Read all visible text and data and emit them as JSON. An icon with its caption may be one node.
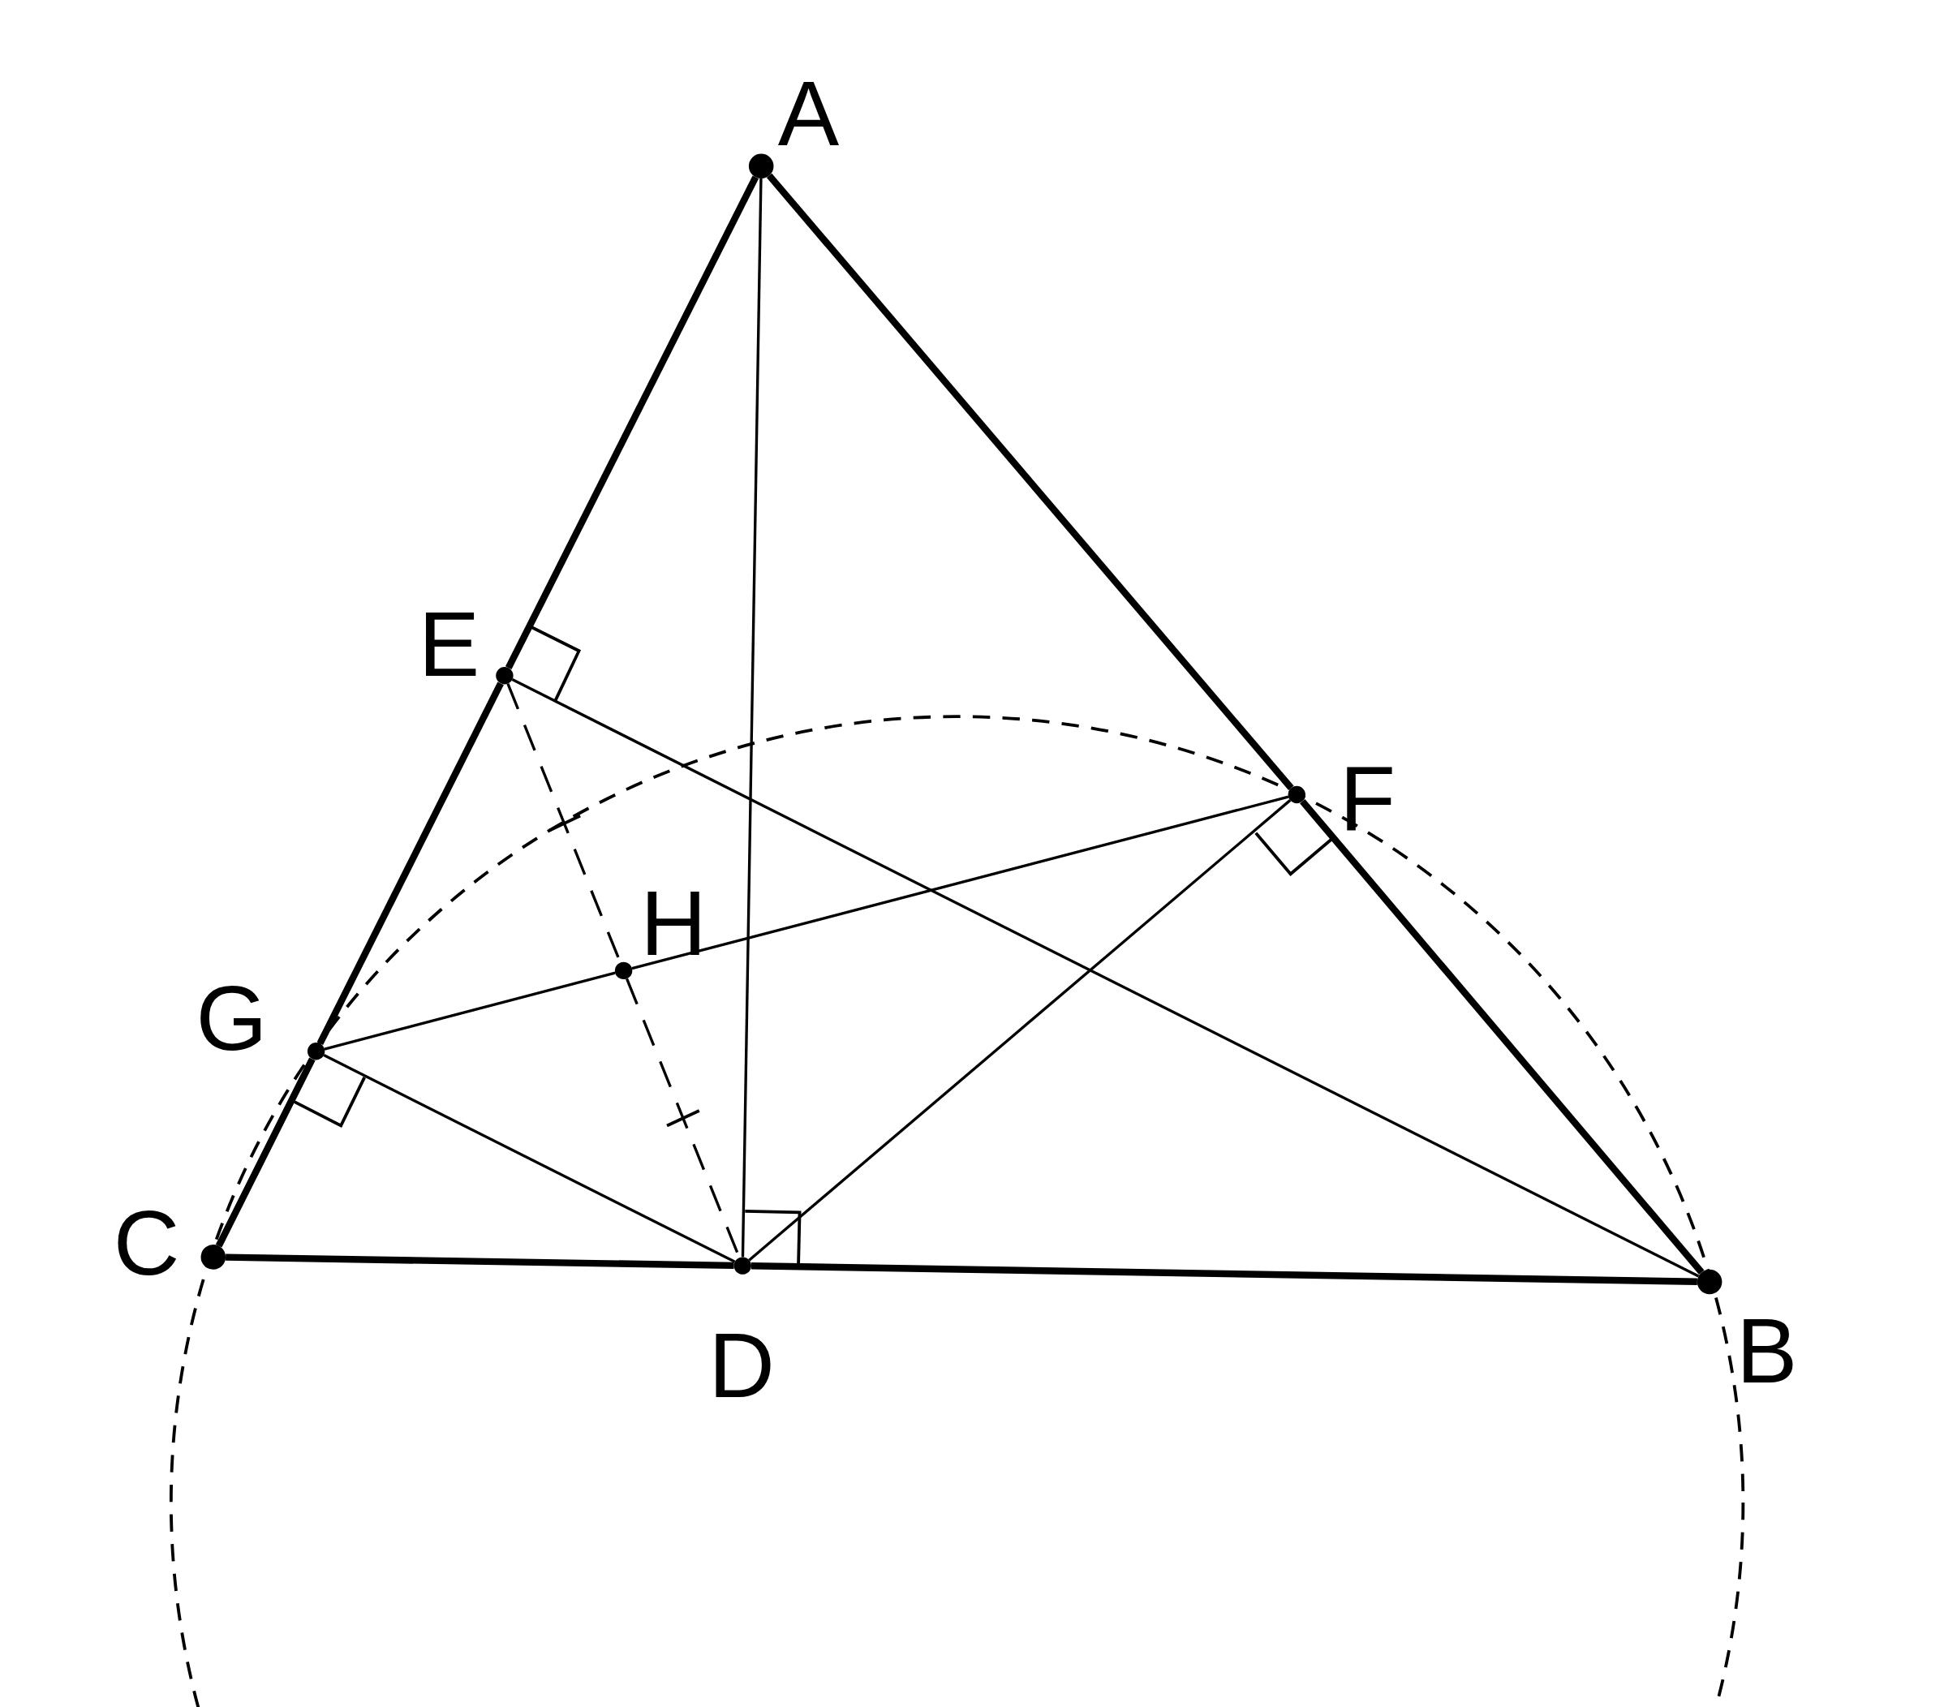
{
  "diagram": {
    "nodes": [
      {
        "text": [
          "A"
        ]
      },
      {
        "text": [
          "E"
        ]
      },
      {
        "text": [
          "F"
        ]
      },
      {
        "text": [
          "H"
        ]
      },
      {
        "text": [
          "G"
        ]
      },
      {
        "text": [
          "C"
        ]
      },
      {
        "text": [
          "D"
        ]
      },
      {
        "text": [
          "B"
        ]
      }
    ],
    "edges": [
      {
        "from": 0,
        "to": 1,
        "arrow": "none",
        "style": "thick"
      },
      {
        "from": 1,
        "to": 4,
        "arrow": "none",
        "style": "thick"
      },
      {
        "from": 4,
        "to": 5,
        "arrow": "none",
        "style": "thick"
      },
      {
        "from": 0,
        "to": 2,
        "arrow": "none",
        "style": "thick"
      },
      {
        "from": 2,
        "to": 7,
        "arrow": "none",
        "style": "thick"
      },
      {
        "from": 5,
        "to": 6,
        "arrow": "none",
        "style": "thick"
      },
      {
        "from": 6,
        "to": 7,
        "arrow": "none",
        "style": "thick"
      },
      {
        "from": 0,
        "to": 6,
        "arrow": "none"
      },
      {
        "from": 1,
        "to": 7,
        "arrow": "none"
      },
      {
        "from": 4,
        "to": 3,
        "arrow": "none"
      },
      {
        "from": 3,
        "to": 2,
        "arrow": "none"
      },
      {
        "from": 4,
        "to": 6,
        "arrow": "none"
      },
      {
        "from": 6,
        "to": 2,
        "arrow": "none"
      },
      {
        "from": 1,
        "to": 3,
        "arrow": "none",
        "style": "dashed"
      },
      {
        "from": 3,
        "to": 6,
        "arrow": "none",
        "style": "dashed"
      }
    ]
  }
}
